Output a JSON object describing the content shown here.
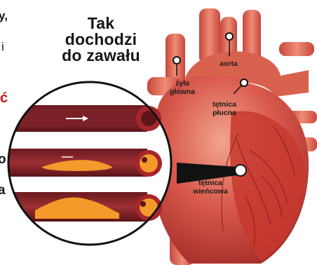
{
  "title": {
    "line1": "Tak",
    "line2": "dochodzi",
    "line3": "do zawału"
  },
  "labels": {
    "aorta": "aorta",
    "vena_line1": "żyła",
    "vena_line2": "główna",
    "pulmonary_line1": "tętnica",
    "pulmonary_line2": "płucna",
    "coronary_line1": "tętnica",
    "coronary_line2": "wieńcowa"
  },
  "cropped_text": {
    "top": "y,",
    "second": "i",
    "red": "ć",
    "mid": "o",
    "lower": "a"
  },
  "colors": {
    "accent_red": "#d2141e",
    "text": "#161616"
  }
}
